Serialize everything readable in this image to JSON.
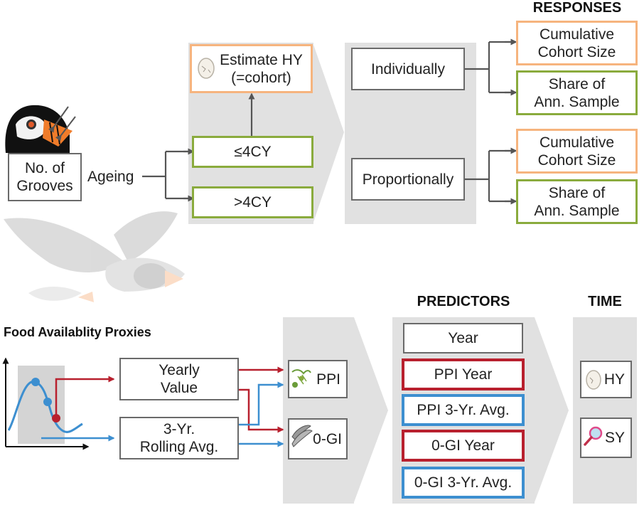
{
  "colors": {
    "panel_gray": "#e1e1e1",
    "orange": "#f6b47e",
    "green": "#8aab3d",
    "red": "#b8202e",
    "blue": "#3d8fd0",
    "arrow_gray": "#555555"
  },
  "icons": [
    "puffin-icon",
    "flying-puffin-icon",
    "egg-icon",
    "plankton-icon",
    "fish-icon",
    "magnifier-icon"
  ],
  "top": {
    "grooves": "No. of\nGrooves",
    "ageing": "Ageing",
    "le4cy": "≤4CY",
    "gt4cy": ">4CY",
    "estimate": "Estimate HY\n(=cohort)",
    "individually": "Individually",
    "proportionally": "Proportionally",
    "responses_header": "RESPONSES",
    "cum1": "Cumulative\nCohort Size",
    "share1": "Share of\nAnn. Sample",
    "cum2": "Cumulative\nCohort Size",
    "share2": "Share of\nAnn. Sample"
  },
  "bottom": {
    "food_title": "Food Availablity Proxies",
    "yearly": "Yearly\nValue",
    "rolling": "3-Yr.\nRolling Avg.",
    "ppi": "PPI",
    "zerogi": "0-GI",
    "predictors_header": "PREDICTORS",
    "predictors": [
      "Year",
      "PPI Year",
      "PPI 3-Yr. Avg.",
      "0-GI Year",
      "0-GI 3-Yr. Avg."
    ],
    "time_header": "TIME",
    "hy": "HY",
    "sy": "SY"
  }
}
